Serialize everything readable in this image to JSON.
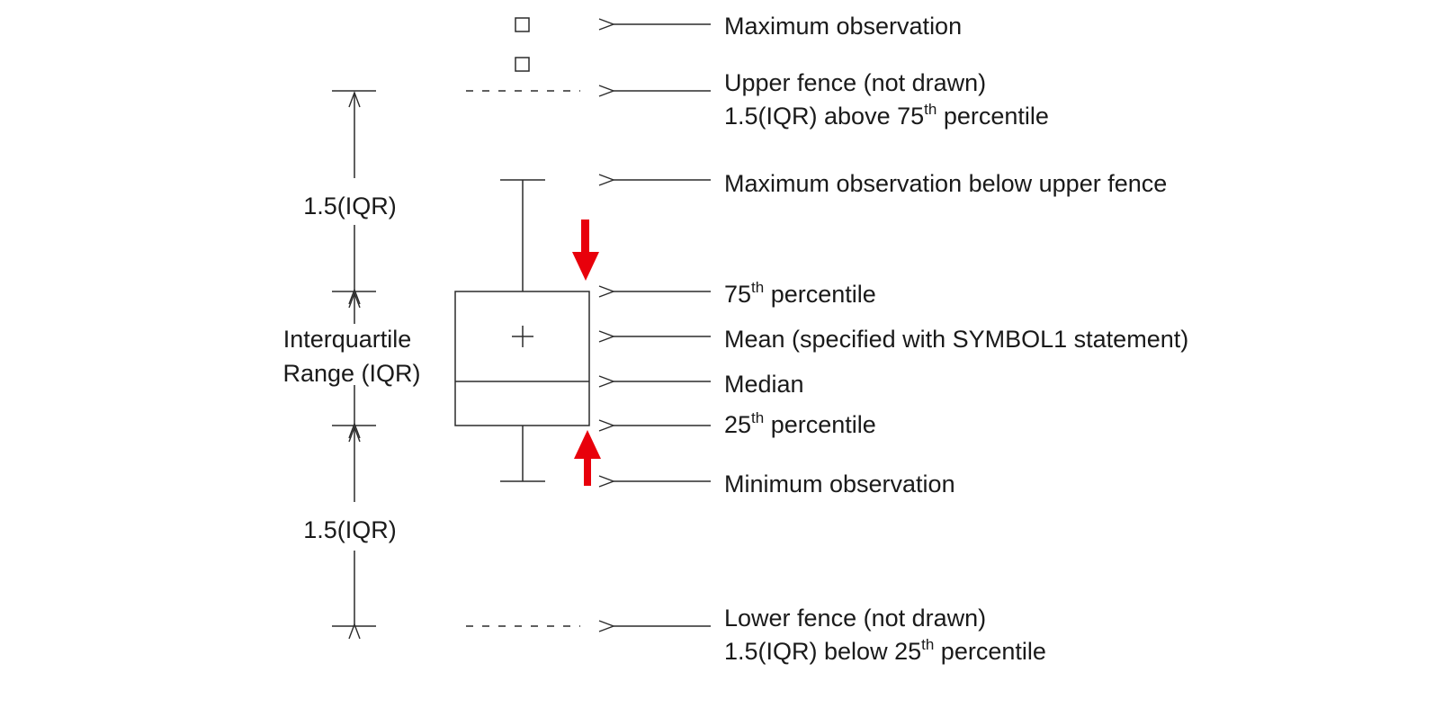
{
  "labels": {
    "max_obs": "Maximum observation",
    "upper_fence_1": "Upper fence (not drawn)",
    "upper_fence_2_pre": "1.5(IQR) above  75",
    "upper_fence_2_sup": "th",
    "upper_fence_2_post": " percentile",
    "max_below_fence": "Maximum observation below upper fence",
    "p75_pre": "75",
    "p75_sup": "th",
    "p75_post": " percentile",
    "mean": "Mean (specified with SYMBOL1 statement)",
    "median": "Median",
    "p25_pre": "25",
    "p25_sup": "th",
    "p25_post": " percentile",
    "min_obs": "Minimum observation",
    "lower_fence_1": "Lower fence (not drawn)",
    "lower_fence_2_pre": "1.5(IQR) below  25",
    "lower_fence_2_sup": "th",
    "lower_fence_2_post": " percentile"
  },
  "dimensions": {
    "upper_iqr": "1.5(IQR)",
    "iqr_line1": "Interquartile",
    "iqr_line2": "Range (IQR)",
    "lower_iqr": "1.5(IQR)"
  },
  "colors": {
    "ink": "#2b2b2b",
    "highlight_arrow": "#e8000b"
  }
}
